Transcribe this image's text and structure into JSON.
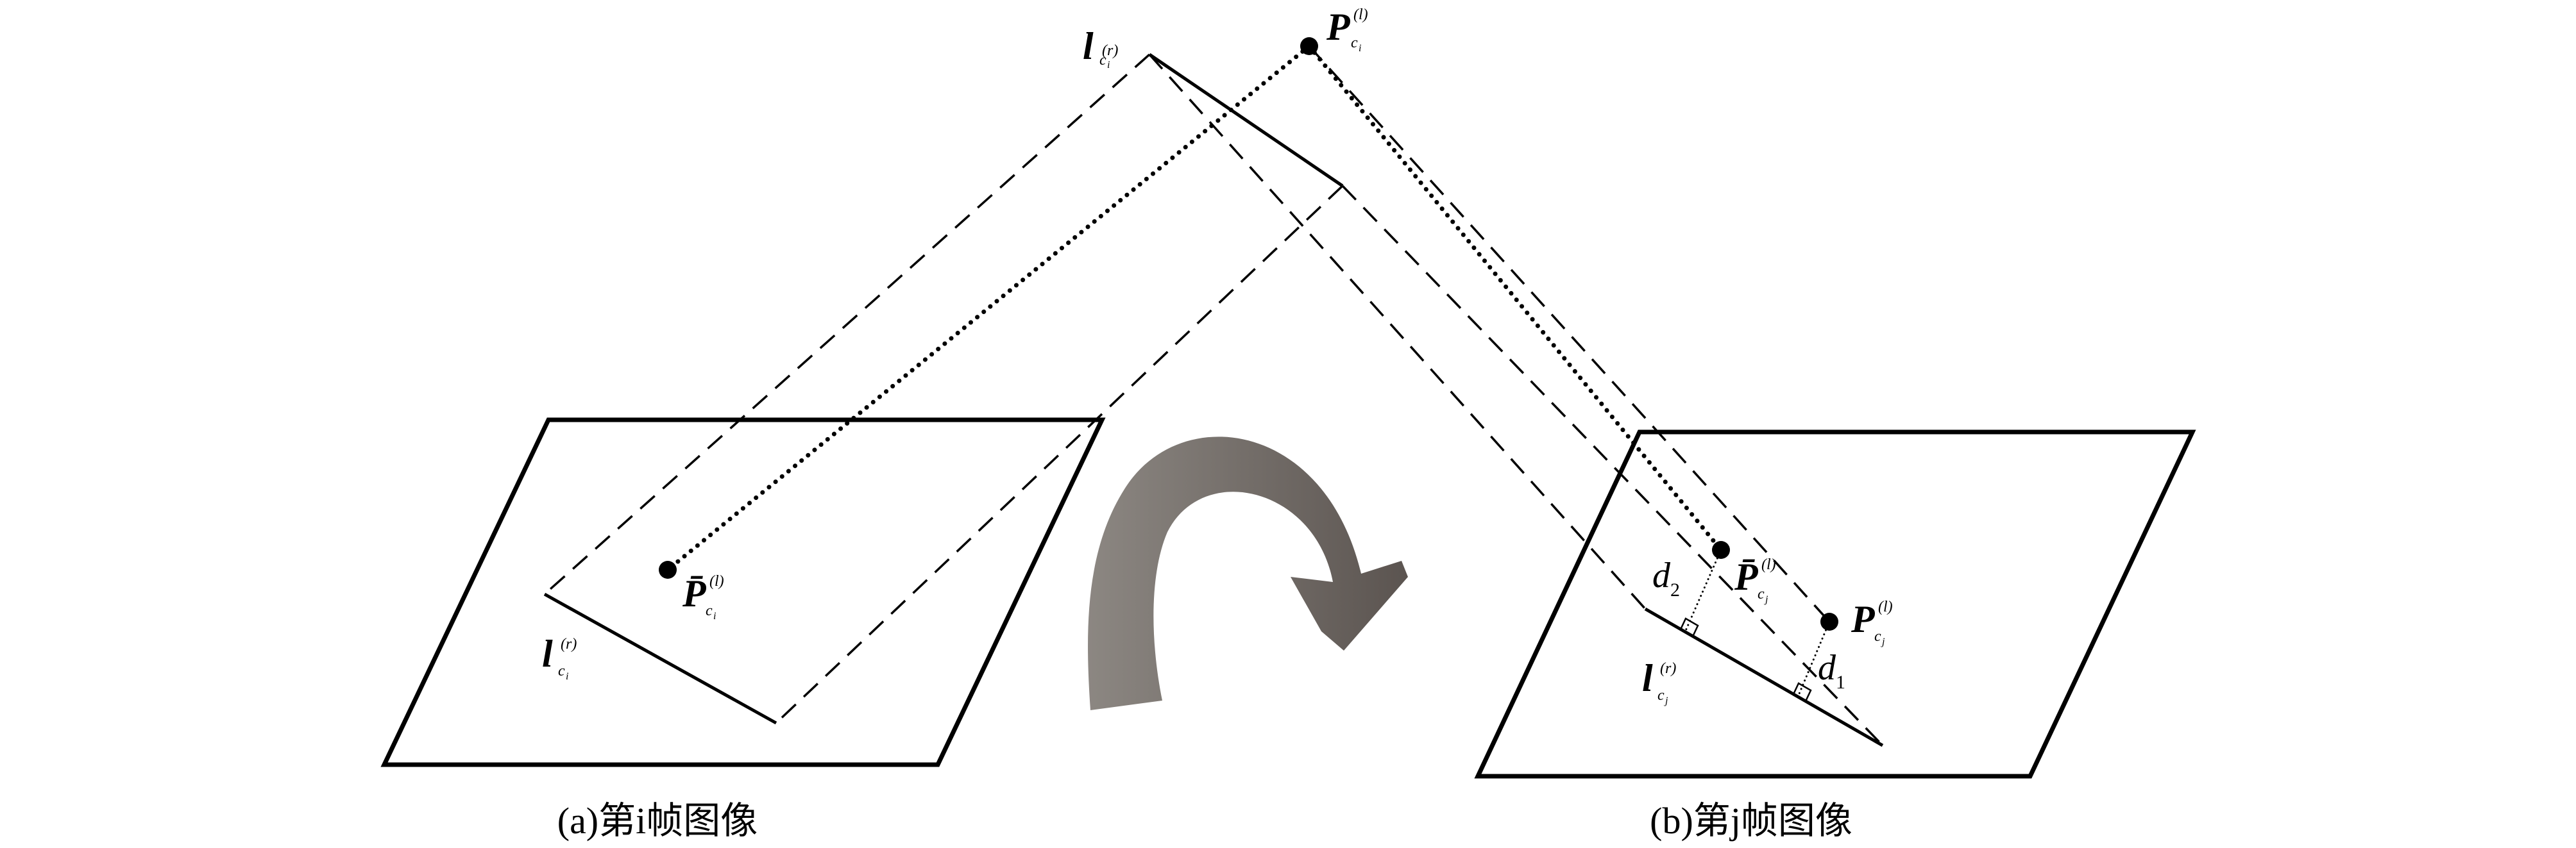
{
  "labels": {
    "line_top": {
      "main": "l",
      "sub": "c",
      "subsub": "i",
      "sup": "(r)"
    },
    "point_top": {
      "main": "P",
      "sub": "c",
      "subsub": "i",
      "sup": "(l)"
    },
    "point_proj_i": {
      "main": "P̄",
      "sub": "c",
      "subsub": "i",
      "sup": "(l)"
    },
    "line_i": {
      "main": "l",
      "sub": "c",
      "subsub": "i",
      "sup": "(r)"
    },
    "point_proj_j": {
      "main": "P̄",
      "sub": "c",
      "subsub": "j",
      "sup": "(l)"
    },
    "point_j": {
      "main": "P",
      "sub": "c",
      "subsub": "j",
      "sup": "(l)"
    },
    "line_j": {
      "main": "l",
      "sub": "c",
      "subsub": "j",
      "sup": "(r)"
    },
    "dist_2": {
      "main": "d",
      "sub": "2"
    },
    "dist_1": {
      "main": "d",
      "sub": "1"
    }
  },
  "captions": {
    "frame_i": "(a)第i帧图像",
    "frame_j": "(b)第j帧图像"
  },
  "colors": {
    "stroke": "#000000",
    "arrow_light": "#8c8782",
    "arrow_dark": "#5b5450",
    "background": "#ffffff"
  }
}
